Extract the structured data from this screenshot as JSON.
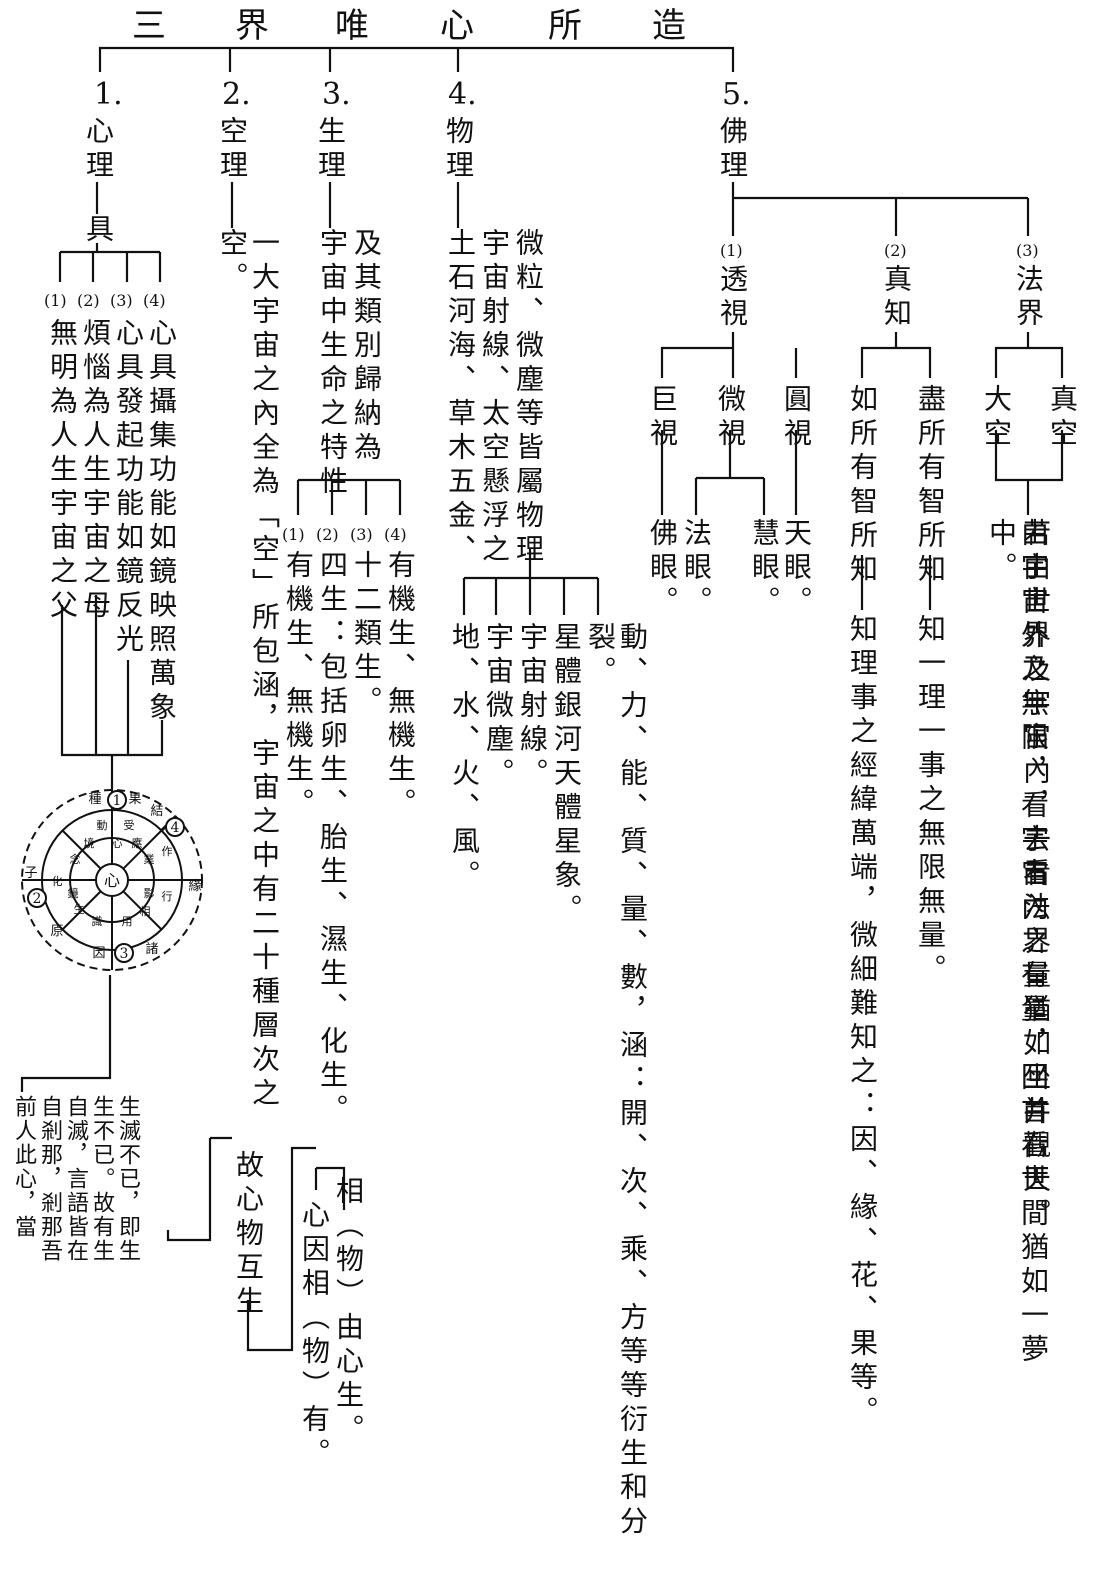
{
  "title": [
    "三",
    "界",
    "唯",
    "心",
    "所",
    "造"
  ],
  "branches": {
    "b1": {
      "num": "1.",
      "name": "心理",
      "joint": "具",
      "marks": [
        "(1)",
        "(2)",
        "(3)",
        "(4)"
      ],
      "items": [
        "無明為人生宇宙之父",
        "煩惱為人生宇宙之母",
        "心具發起功能如鏡反光",
        "心具攝集功能如鏡映照萬象"
      ]
    },
    "b2": {
      "num": "2.",
      "name": "空理",
      "text": "一大宇宙之內全為「空」所包涵，宇宙之中有二十種層次之空。"
    },
    "b3": {
      "num": "3.",
      "name": "生理",
      "col1": "宇宙中生命之特性",
      "col2": "及其類別歸納為",
      "marks": [
        "(1)",
        "(2)",
        "(3)",
        "(4)"
      ],
      "items": [
        "有機生、無機生。",
        "四生：包括卵生、胎生、濕生、化生。",
        "十二類生。",
        "有機生、無機生。"
      ]
    },
    "b4": {
      "num": "4.",
      "name": "物理",
      "col1": "土石河海、草木五金、",
      "col2": "宇宙射線、太空懸浮之",
      "col3": "微粒、微塵等皆屬物理",
      "items": [
        "地、水、火、風。",
        "宇宙微塵。",
        "宇宙射線。",
        "星體銀河天體星象。",
        "動、力、能、質、量、數，涵：開、次、乘、方等等衍生和分裂。"
      ]
    },
    "b5": {
      "num": "5.",
      "name": "佛理",
      "sub1": {
        "mark": "(1)",
        "name": "透視",
        "items": [
          "巨視",
          "微視",
          "圓視"
        ],
        "eyes": [
          "佛眼。",
          "法眼。",
          "慧眼。",
          "天眼。"
        ]
      },
      "sub2": {
        "mark": "(2)",
        "name": "真知",
        "items": [
          "如所有智所知",
          "盡所有智所知"
        ],
        "details": [
          "知理事之經緯萬端，微細難知之：因、緣、花、果等。",
          "知一理一事之無限無量。"
        ]
      },
      "sub3": {
        "mark": "(3)",
        "name": "法界",
        "items": [
          "大空",
          "真空"
        ],
        "details": [
          "由宇宙外之無限，看宇宙內之有量，回首看世間猶如一夢中。",
          "若由世界及宇宙內，去看法界量猶如坐井觀天。"
        ]
      }
    }
  },
  "wheel": {
    "outer": [
      "種",
      "果",
      "結",
      "緣",
      "諸",
      "因",
      "原",
      "子"
    ],
    "numbers": [
      "1",
      "2",
      "3",
      "4"
    ],
    "inner": [
      "動",
      "心",
      "受",
      "應",
      "業",
      "作",
      "行",
      "影",
      "相",
      "用",
      "識",
      "生",
      "鏡",
      "念",
      "境",
      "化"
    ],
    "center": "心"
  },
  "footnotes": {
    "left": "生滅不已，即生生不已。故有生自滅，言語皆在自剎那，剎那吾前人此心，當",
    "mid": "故心物互生",
    "right_col1": "相（物）由心生。",
    "right_col2": "心因相（物）有。"
  }
}
